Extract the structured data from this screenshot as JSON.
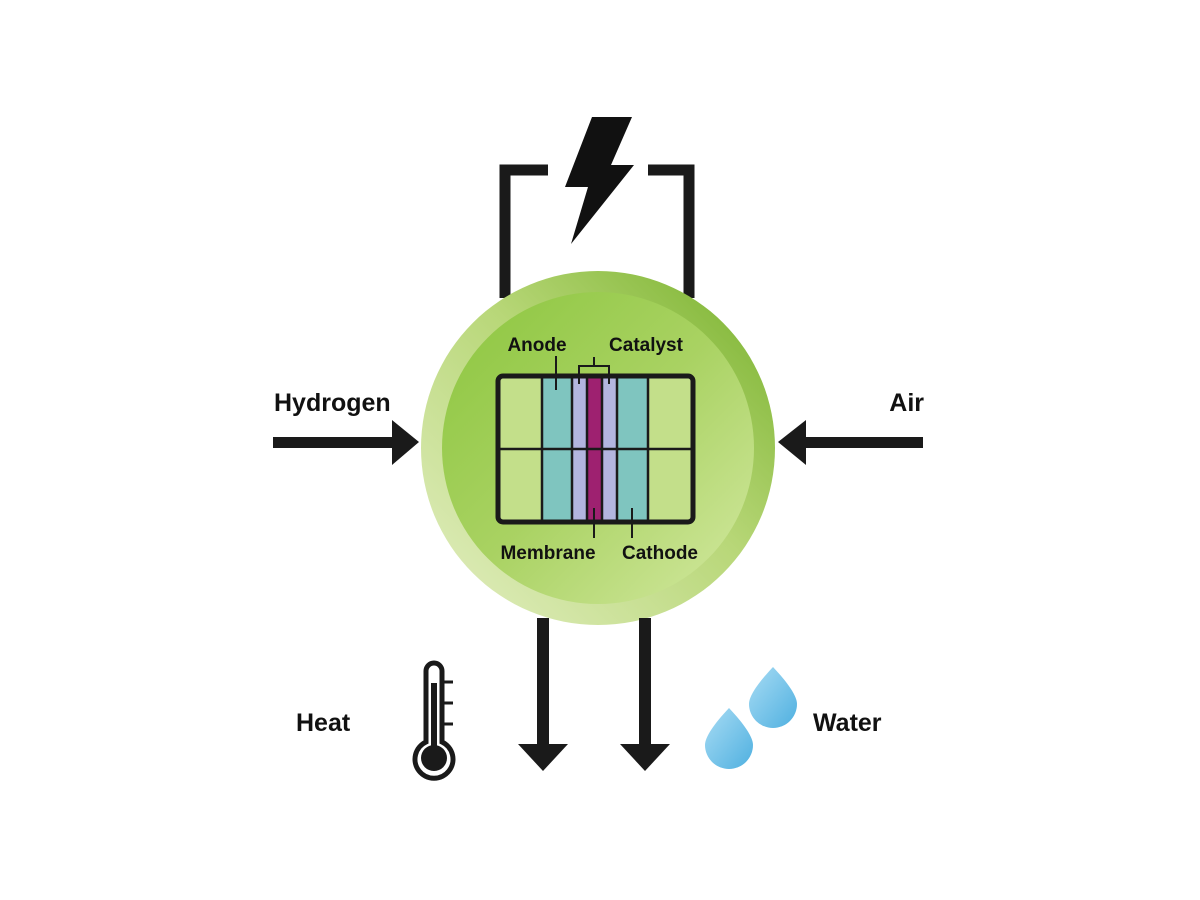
{
  "labels": {
    "hydrogen": "Hydrogen",
    "air": "Air",
    "heat": "Heat",
    "water": "Water",
    "anode": "Anode",
    "catalyst": "Catalyst",
    "membrane": "Membrane",
    "cathode": "Cathode"
  },
  "icons": {
    "electricity": "lightning-bolt-icon",
    "heat": "thermometer-icon",
    "water": "water-drops-icon"
  },
  "colors": {
    "stroke": "#1a1a1a",
    "circle_outer_light": "#d6e8a8",
    "circle_outer_dark": "#7db52f",
    "circle_inner_light": "#cfe59a",
    "circle_inner_dark": "#8cc63f",
    "cell_green": "#c3df8a",
    "electrode": "#7fc5bf",
    "catalyst": "#b3b5df",
    "membrane": "#9e2170",
    "water_drop": "#7ec8ec"
  }
}
